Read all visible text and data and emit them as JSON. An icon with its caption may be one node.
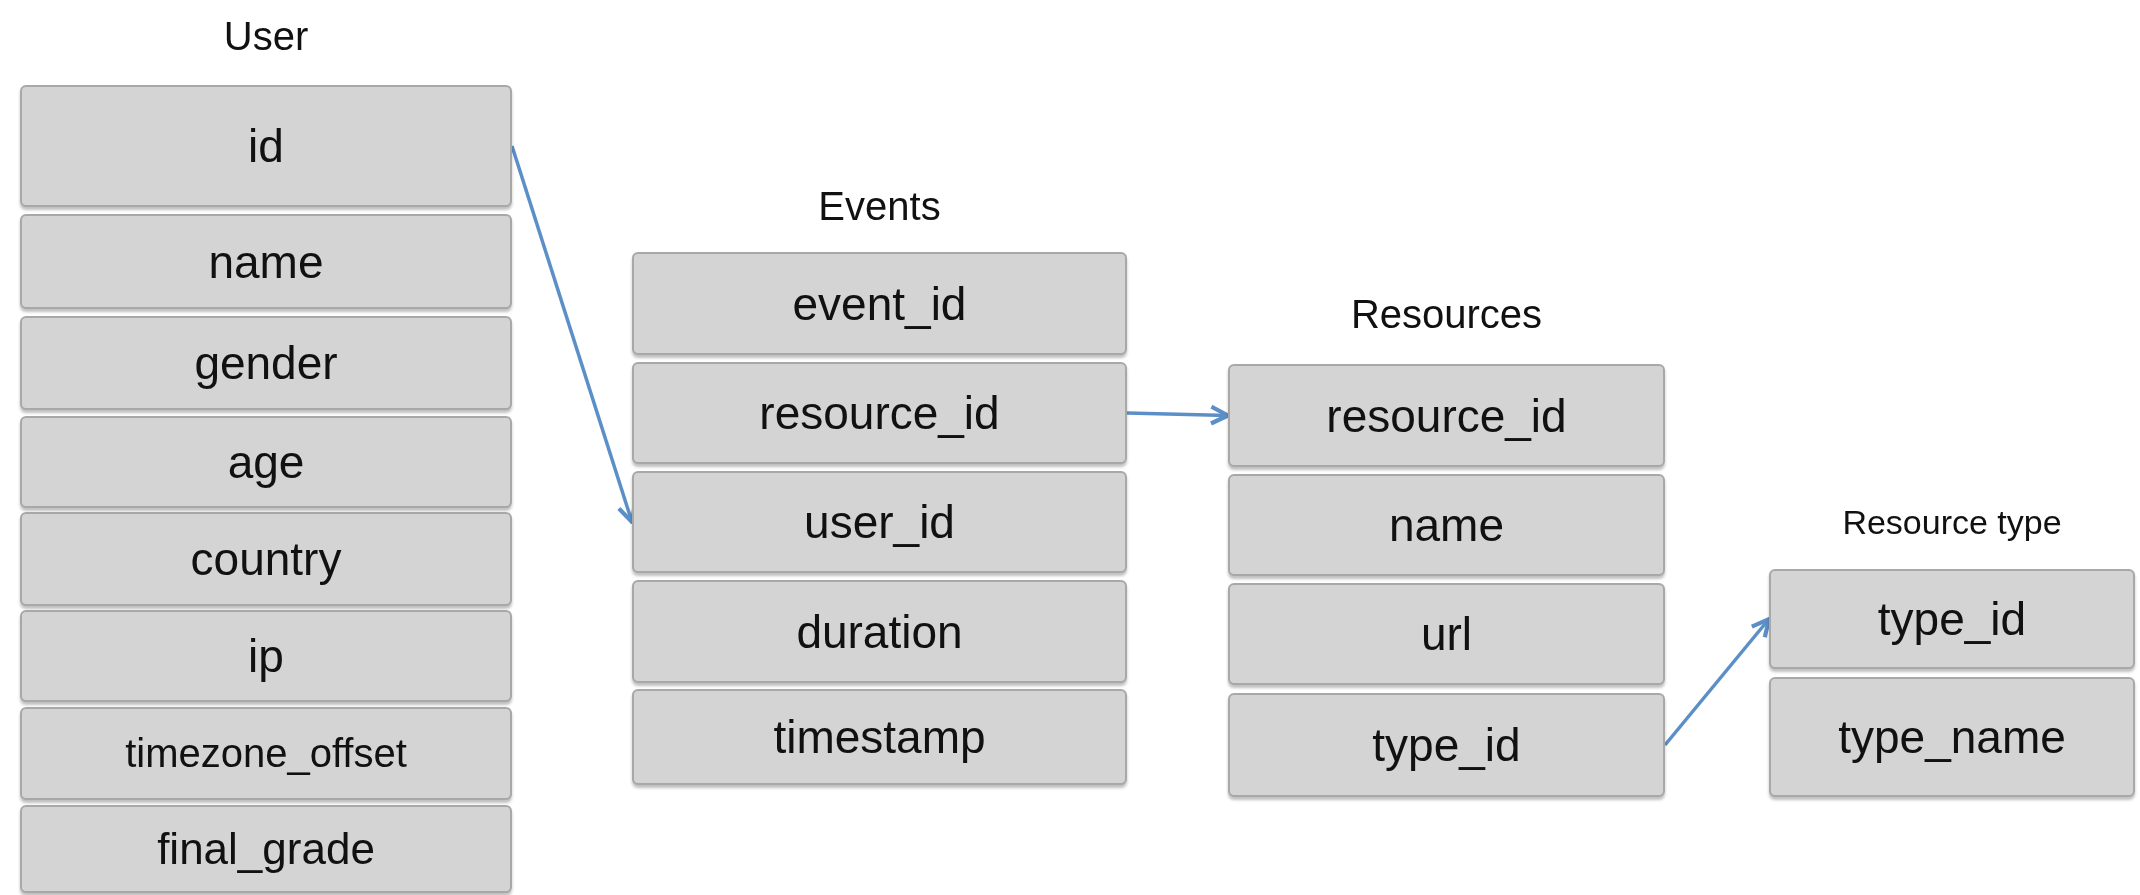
{
  "diagram": {
    "nodes": [
      {
        "text": [
          "User"
        ]
      },
      {
        "text": [
          "id"
        ],
        "in": 0
      },
      {
        "text": [
          "name"
        ],
        "in": 0
      },
      {
        "text": [
          "gender"
        ],
        "in": 0
      },
      {
        "text": [
          "age"
        ],
        "in": 0
      },
      {
        "text": [
          "country"
        ],
        "in": 0
      },
      {
        "text": [
          "ip"
        ],
        "in": 0
      },
      {
        "text": [
          "timezone_offset"
        ],
        "in": 0
      },
      {
        "text": [
          "final_grade"
        ],
        "in": 0
      },
      {
        "text": [
          "Events"
        ]
      },
      {
        "text": [
          "event_id"
        ],
        "in": 9
      },
      {
        "text": [
          "resource_id"
        ],
        "in": 9
      },
      {
        "text": [
          "user_id"
        ],
        "in": 9
      },
      {
        "text": [
          "duration"
        ],
        "in": 9
      },
      {
        "text": [
          "timestamp"
        ],
        "in": 9
      },
      {
        "text": [
          "Resources"
        ]
      },
      {
        "text": [
          "resource_id"
        ],
        "in": 15
      },
      {
        "text": [
          "name"
        ],
        "in": 15
      },
      {
        "text": [
          "url"
        ],
        "in": 15
      },
      {
        "text": [
          "type_id"
        ],
        "in": 15
      },
      {
        "text": [
          "Resource type"
        ]
      },
      {
        "text": [
          "type_id"
        ],
        "in": 20
      },
      {
        "text": [
          "type_name"
        ],
        "in": 20
      }
    ],
    "edges": [
      {
        "from": 1,
        "to": 12,
        "arrow": "to"
      },
      {
        "from": 11,
        "to": 16,
        "arrow": "to"
      },
      {
        "from": 19,
        "to": 21,
        "arrow": "to"
      }
    ]
  }
}
